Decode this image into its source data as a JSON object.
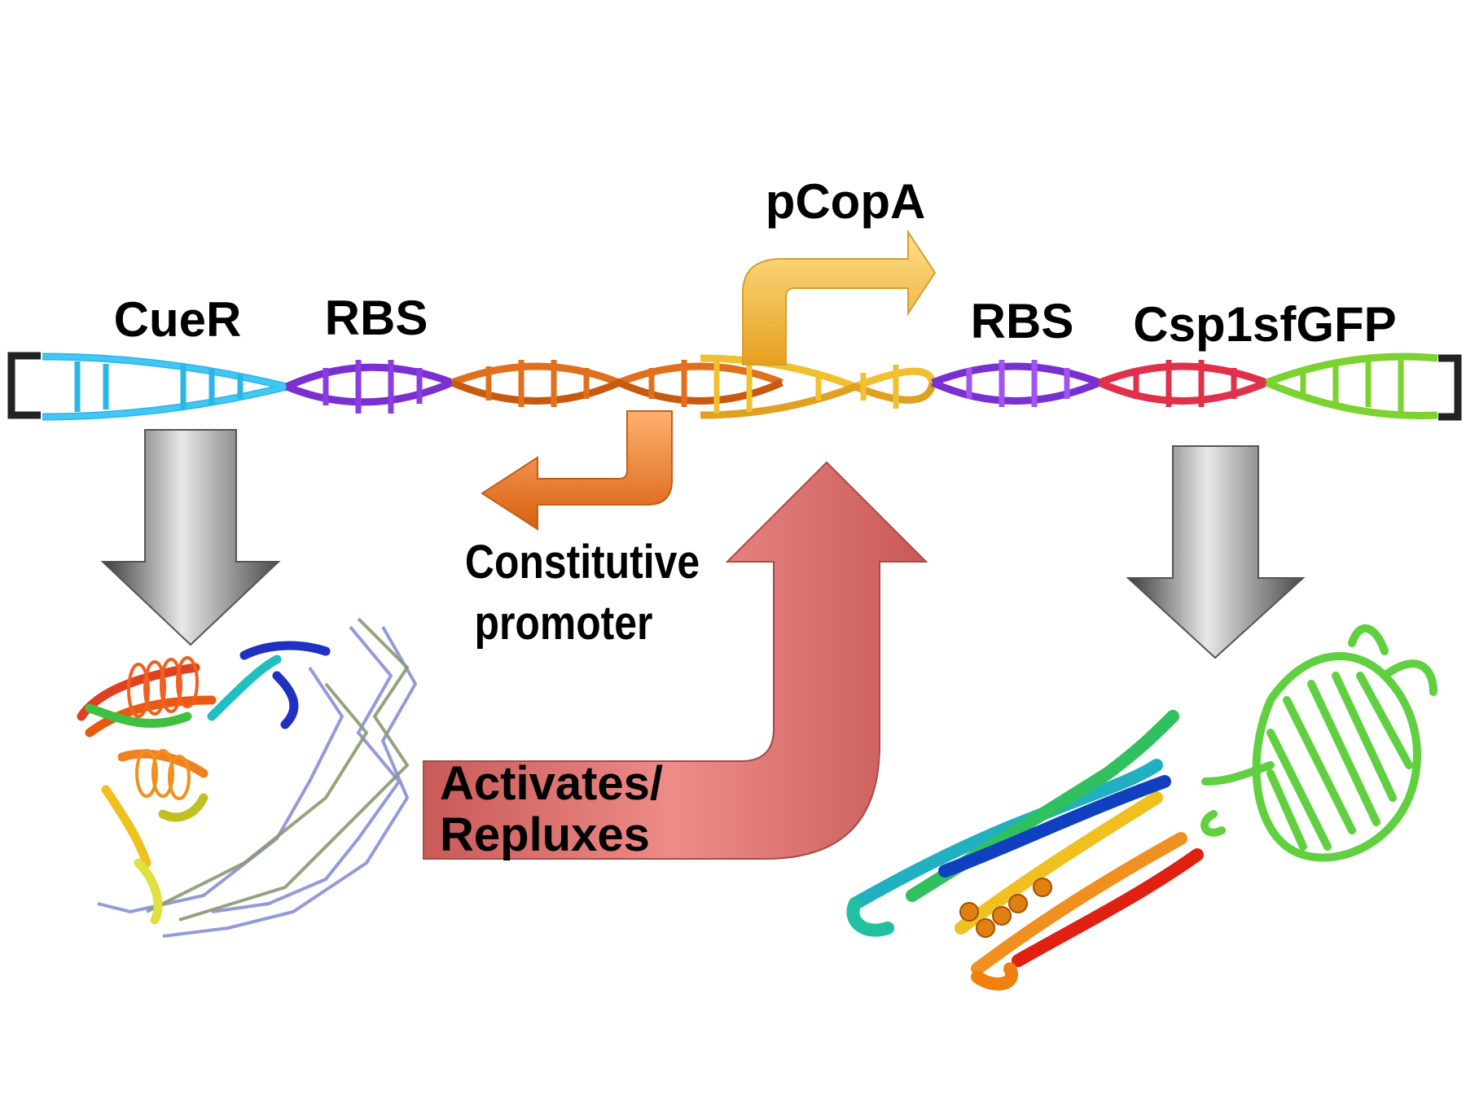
{
  "labels": {
    "cuer": "CueR",
    "rbs_left": "RBS",
    "pcopa": "pCopA",
    "rbs_right": "RBS",
    "reporter": "Csp1sfGFP",
    "constitutive_line1": "Constitutive",
    "constitutive_line2": "promoter",
    "regulation_line1": "Activates/",
    "regulation_line2": "Repluxes"
  },
  "dna_segments": [
    {
      "name": "cuer",
      "color": "#29b6e6"
    },
    {
      "name": "rbs-left",
      "color": "#7a2fd0"
    },
    {
      "name": "constitutive-region",
      "color": "#e0701e"
    },
    {
      "name": "pcopa-region",
      "color": "#f0c030"
    },
    {
      "name": "rbs-right",
      "color": "#7a2fd0"
    },
    {
      "name": "csp1-region",
      "color": "#e0304a"
    },
    {
      "name": "sfgfp-region",
      "color": "#7cd230"
    }
  ],
  "colors": {
    "pcopa_arrow": "#f5b942",
    "constitutive_arrow": "#f08a30",
    "regulation_arrow": "#e07a78",
    "expression_arrow": "#8c8c8c",
    "cuer_protein": "#e04020",
    "csp1_protein": "#f0a020",
    "gfp_protein": "#60d040",
    "dna_bases": "#8890d8"
  }
}
